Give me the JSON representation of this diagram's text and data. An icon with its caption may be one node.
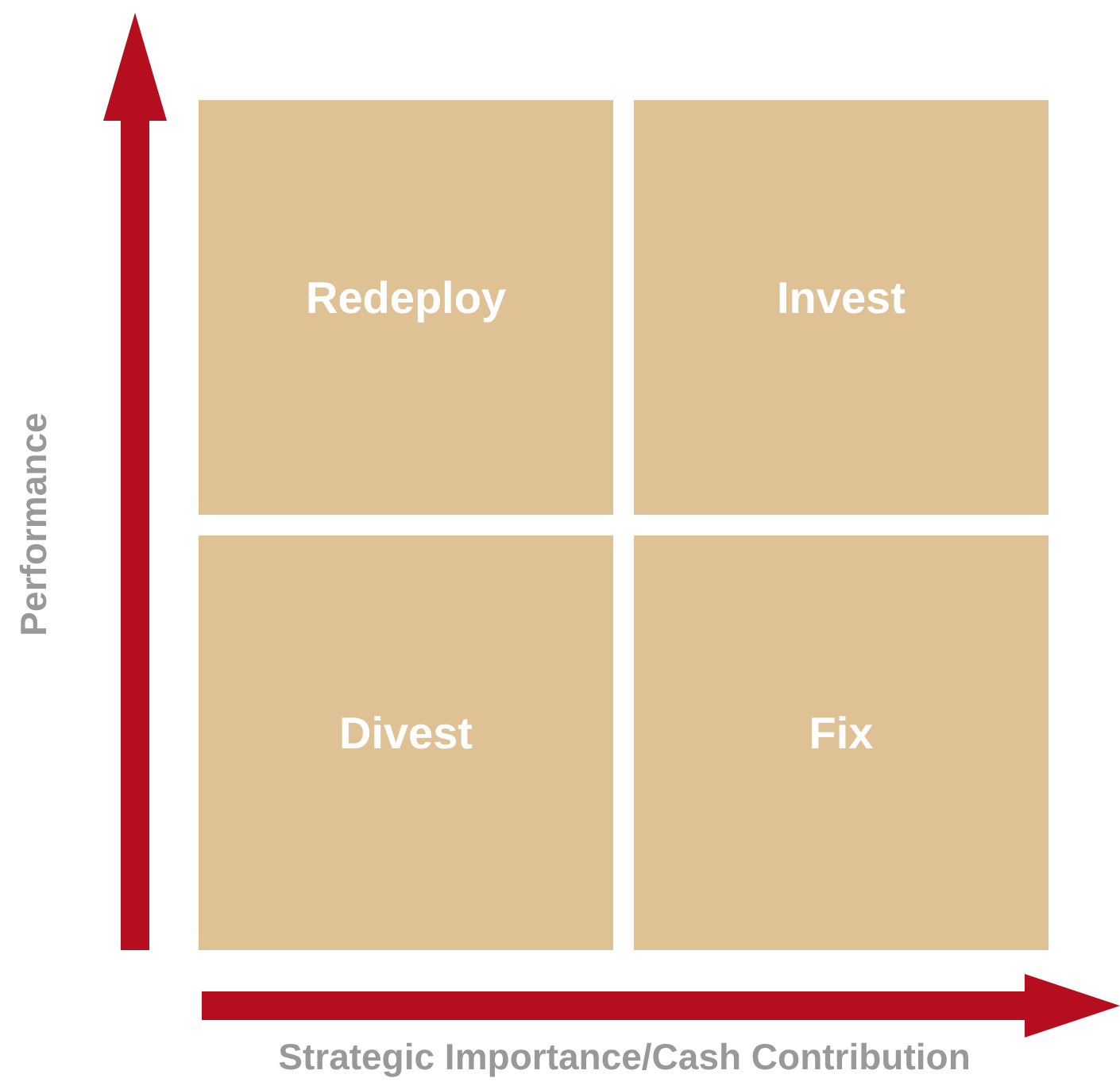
{
  "diagram": {
    "nodes": [
      {
        "text": [
          "Redeploy"
        ]
      },
      {
        "text": [
          "Invest"
        ]
      },
      {
        "text": [
          "Divest"
        ]
      },
      {
        "text": [
          "Fix"
        ]
      }
    ],
    "edges": [],
    "labels": [
      "Performance",
      "Strategic Importance/Cash Contribution"
    ]
  }
}
